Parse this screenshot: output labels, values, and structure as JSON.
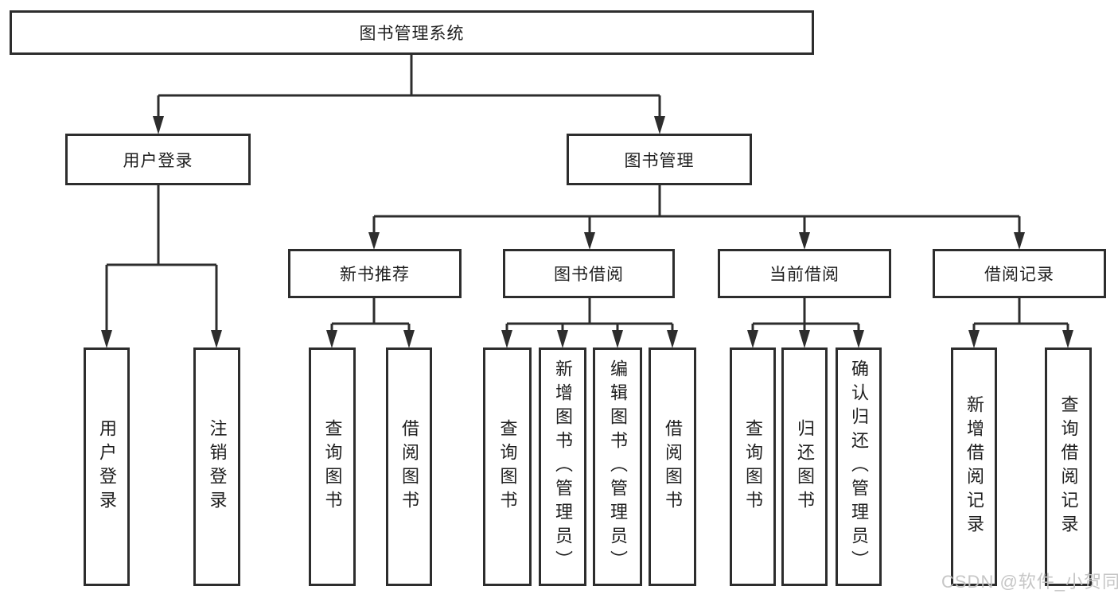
{
  "diagram": {
    "type": "hierarchy-tree",
    "orientation": "top-down"
  },
  "tree": {
    "label": "图书管理系统",
    "children": [
      {
        "label": "用户登录",
        "children": [
          {
            "label": "用户登录"
          },
          {
            "label": "注销登录"
          }
        ]
      },
      {
        "label": "图书管理",
        "children": [
          {
            "label": "新书推荐",
            "children": [
              {
                "label": "查询图书"
              },
              {
                "label": "借阅图书"
              }
            ]
          },
          {
            "label": "图书借阅",
            "children": [
              {
                "label": "查询图书"
              },
              {
                "label": "新增图书（管理员）"
              },
              {
                "label": "编辑图书（管理员）"
              },
              {
                "label": "借阅图书"
              }
            ]
          },
          {
            "label": "当前借阅",
            "children": [
              {
                "label": "查询图书"
              },
              {
                "label": "归还图书"
              },
              {
                "label": "确认归还（管理员）"
              }
            ]
          },
          {
            "label": "借阅记录",
            "children": [
              {
                "label": "新增借阅记录"
              },
              {
                "label": "查询借阅记录"
              }
            ]
          }
        ]
      }
    ]
  },
  "watermark": "CSDN @软件_小贺同学",
  "colors": {
    "line": "#2d2d2d",
    "box_border": "#2d2d2d",
    "text": "#1e1e1e",
    "background": "#ffffff",
    "watermark": "#c3c3c3"
  }
}
